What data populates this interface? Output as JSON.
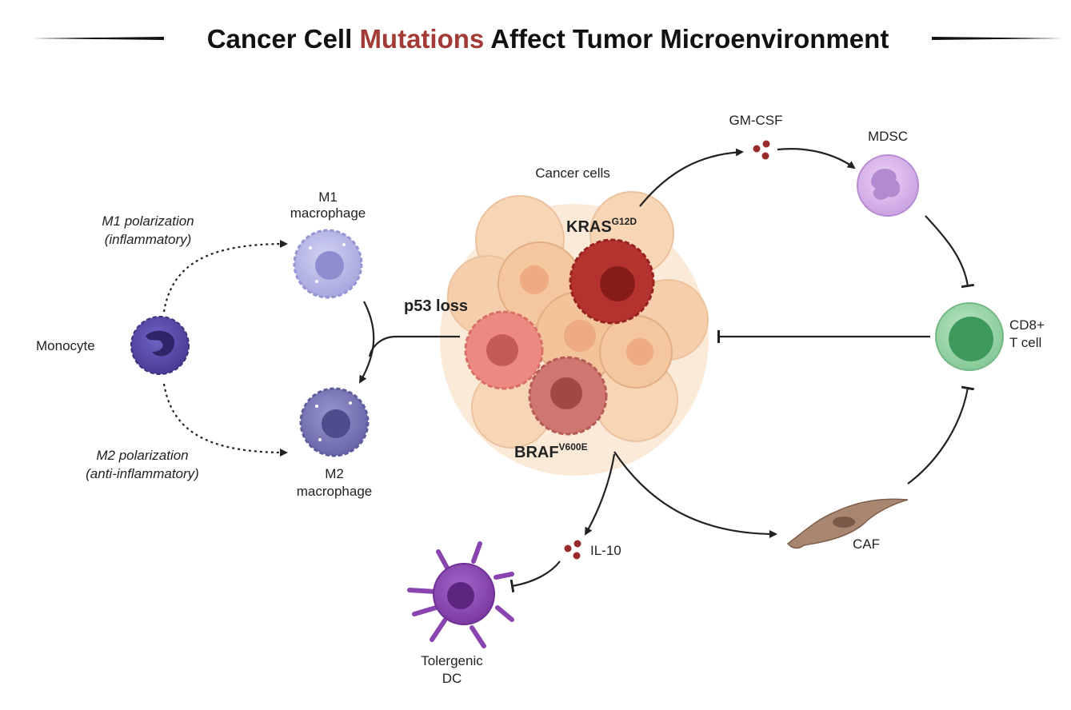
{
  "title": {
    "part1": "Cancer Cell ",
    "highlight": "Mutations",
    "part2": " Affect Tumor Microenvironment",
    "highlight_color": "#a23a35"
  },
  "labels": {
    "cancer_cells": "Cancer cells",
    "kras": "KRAS",
    "kras_sup": "G12D",
    "braf": "BRAF",
    "braf_sup": "V600E",
    "p53": "p53 loss",
    "gm_csf": "GM-CSF",
    "mdsc": "MDSC",
    "cd8_line1": "CD8+",
    "cd8_line2": "T cell",
    "caf": "CAF",
    "il10": "IL-10",
    "dc_line1": "Tolergenic",
    "dc_line2": "DC",
    "monocyte": "Monocyte",
    "m1_line1": "M1",
    "m1_line2": "macrophage",
    "m2_line1": "M2",
    "m2_line2": "macrophage",
    "m1_pol_line1": "M1 polarization",
    "m1_pol_line2": "(inflammatory)",
    "m2_pol_line1": "M2 polarization",
    "m2_pol_line2": "(anti-inflammatory)"
  },
  "colors": {
    "cancer_cell_label": "#e0a57c",
    "kras_label": "#7a1f1f",
    "braf_label": "#8a3a2a",
    "p53_label": "#d0584f",
    "monocyte": "#5a4aa8",
    "m1_macrophage": "#b9b8e8",
    "m2_macrophage": "#7d7bb8",
    "mdsc": "#d9b4ec",
    "cd8_t_cell": "#8fcf9f",
    "caf": "#9c7b66",
    "tolerogenic_dc": "#8a44b0",
    "cytokine": "#9b2a2a"
  }
}
